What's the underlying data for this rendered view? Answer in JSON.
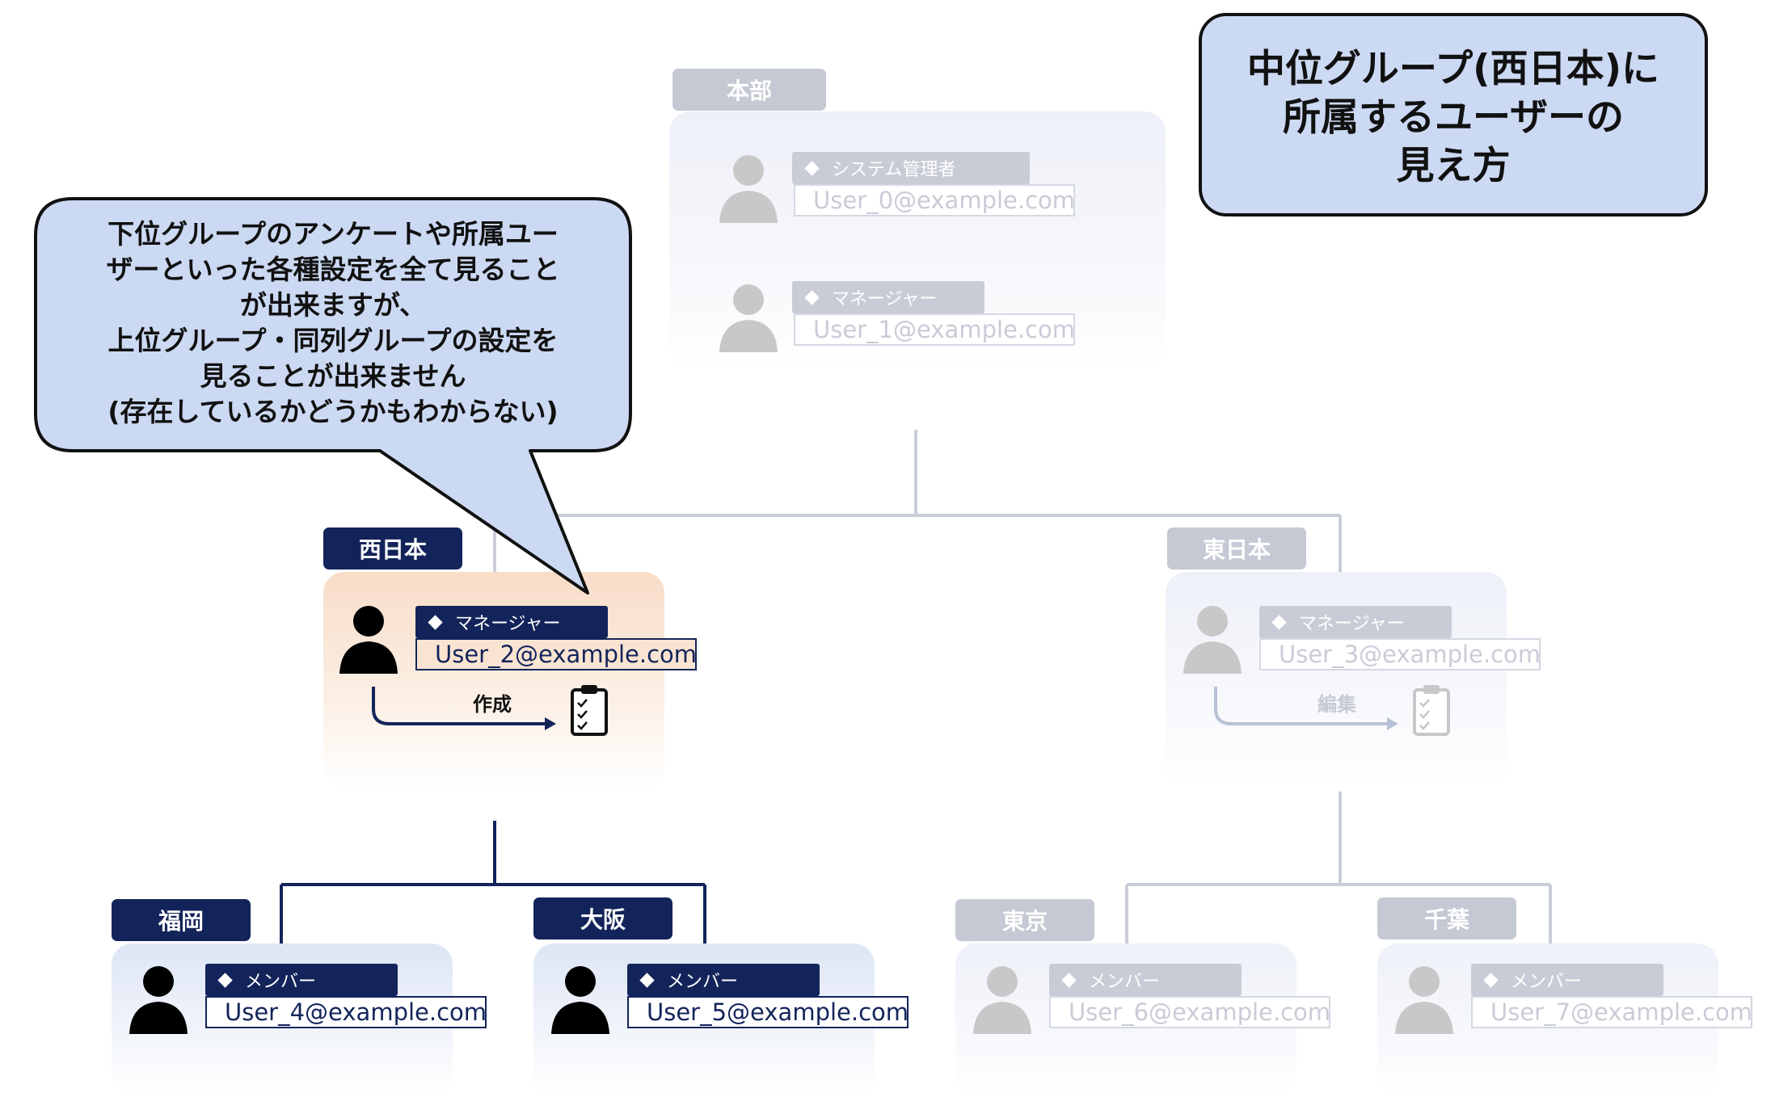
{
  "title_box": {
    "lines": [
      "中位グループ(西日本)に",
      "所属するユーザーの",
      "見え方"
    ]
  },
  "callout": {
    "lines": [
      "下位グループのアンケートや所属ユー",
      "ザーといった各種設定を全て見ること",
      "が出来ますが、",
      "上位グループ・同列グループの設定を",
      "見ることが出来ません",
      "(存在しているかどうかもわからない)"
    ]
  },
  "groups": {
    "honbu": {
      "label": "本部",
      "visible": false,
      "users": [
        {
          "role": "システム管理者",
          "email": "User_0@example.com"
        },
        {
          "role": "マネージャー",
          "email": "User_1@example.com"
        }
      ]
    },
    "nishinihon": {
      "label": "西日本",
      "visible": true,
      "user": {
        "role": "マネージャー",
        "email": "User_2@example.com"
      },
      "action": "作成"
    },
    "higashinihon": {
      "label": "東日本",
      "visible": false,
      "user": {
        "role": "マネージャー",
        "email": "User_3@example.com"
      },
      "action": "編集"
    },
    "fukuoka": {
      "label": "福岡",
      "visible": true,
      "user": {
        "role": "メンバー",
        "email": "User_4@example.com"
      }
    },
    "osaka": {
      "label": "大阪",
      "visible": true,
      "user": {
        "role": "メンバー",
        "email": "User_5@example.com"
      }
    },
    "tokyo": {
      "label": "東京",
      "visible": false,
      "user": {
        "role": "メンバー",
        "email": "User_6@example.com"
      }
    },
    "chiba": {
      "label": "千葉",
      "visible": false,
      "user": {
        "role": "メンバー",
        "email": "User_7@example.com"
      }
    }
  },
  "colors": {
    "active_navy": "#13245a",
    "inactive_gray": "#c5c9d3",
    "callout_fill": "#ccd9f3",
    "peach_card": "#f9e4d2",
    "line_gray": "#c8cdd8"
  },
  "icons": {
    "person": "person-silhouette-icon",
    "clipboard": "clipboard-checklist-icon",
    "arrow": "curved-arrow-icon",
    "diamond": "diamond-bullet-icon"
  }
}
